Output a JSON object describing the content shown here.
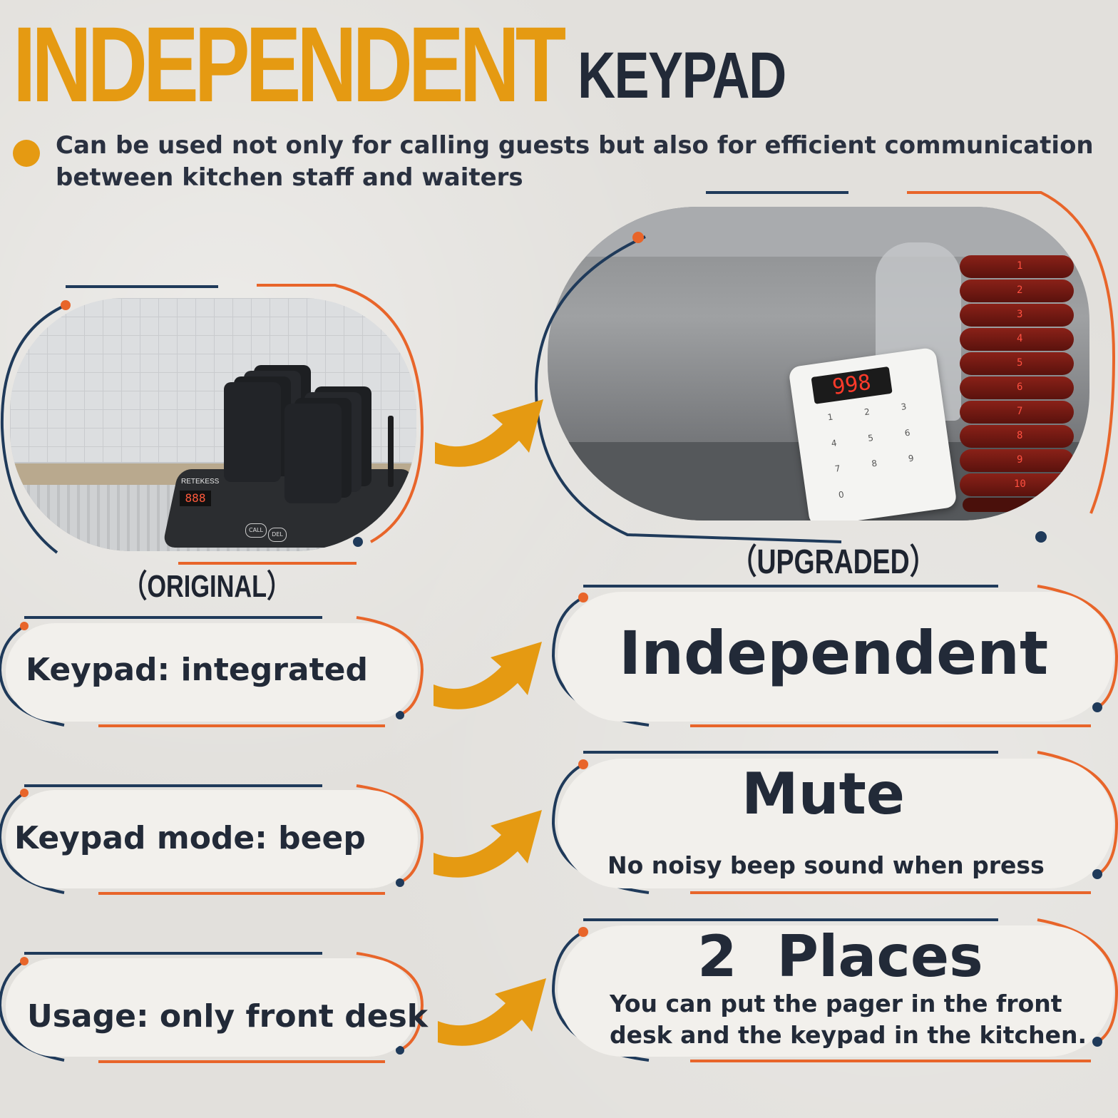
{
  "header": {
    "headline": "INDEPENDENT",
    "subhead": "KEYPAD"
  },
  "intro": {
    "text": "Can be used not only for calling guests but also for efficient communication between kitchen staff and waiters"
  },
  "products": {
    "original": {
      "label": "（ORIGINAL）",
      "display": "888",
      "brand": "RETEKESS",
      "buttons": [
        "CALL",
        "DEL"
      ]
    },
    "upgraded": {
      "label": "（UPGRADED）",
      "keypad_display": "998",
      "keypad_keys": [
        "1",
        "2",
        "3",
        "4",
        "5",
        "6",
        "7",
        "8",
        "9",
        "0"
      ],
      "pager_numbers": [
        "1",
        "2",
        "3",
        "4",
        "5",
        "6",
        "7",
        "8",
        "9",
        "10"
      ]
    }
  },
  "comparison": {
    "original": [
      "Keypad: integrated",
      "Keypad mode: beep",
      "Usage: only front desk"
    ],
    "upgraded": [
      {
        "title": "Independent",
        "subtitle": ""
      },
      {
        "title": "Mute",
        "subtitle": "No noisy beep sound when press"
      },
      {
        "title": "2  Places",
        "subtitle": "You can put the pager in the front desk and the keypad in the kitchen."
      }
    ]
  },
  "colors": {
    "accent_orange": "#e59a12",
    "frame_orange": "#e8652a",
    "frame_navy": "#1f3a5a",
    "text_dark": "#222a38"
  }
}
